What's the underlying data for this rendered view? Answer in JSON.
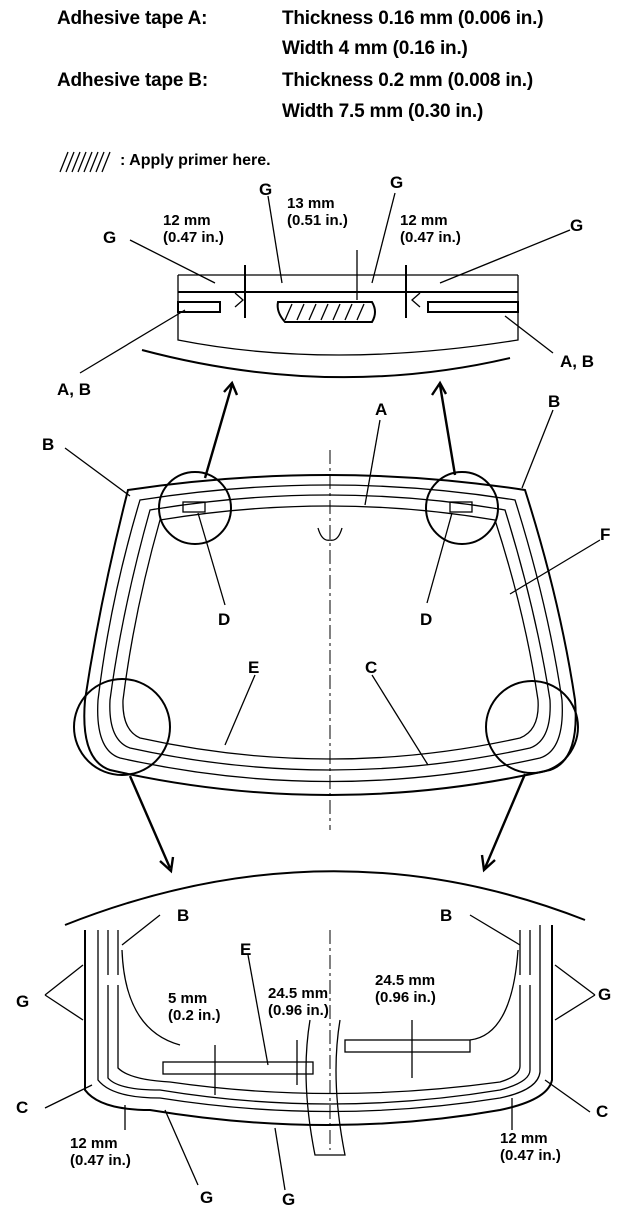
{
  "header": {
    "tape_a_label": "Adhesive tape A:",
    "tape_a_thickness": "Thickness 0.16 mm (0.006 in.)",
    "tape_a_width": "Width 4 mm (0.16 in.)",
    "tape_b_label": "Adhesive tape B:",
    "tape_b_thickness": "Thickness 0.2 mm (0.008 in.)",
    "tape_b_width": "Width 7.5 mm (0.30 in.)"
  },
  "legend": {
    "primer_text": ": Apply primer here."
  },
  "top_detail": {
    "g_left": "G",
    "g_mid_left": "G",
    "g_mid_right": "G",
    "g_right": "G",
    "dim_left_mm": "12 mm",
    "dim_left_in": "(0.47 in.)",
    "dim_center_mm": "13 mm",
    "dim_center_in": "(0.51 in.)",
    "dim_right_mm": "12 mm",
    "dim_right_in": "(0.47 in.)",
    "ab_left": "A, B",
    "ab_right": "A, B"
  },
  "windshield": {
    "label_a": "A",
    "label_b_left": "B",
    "label_b_right": "B",
    "label_d_left": "D",
    "label_d_right": "D",
    "label_f": "F",
    "label_e": "E",
    "label_c": "C"
  },
  "bottom_detail": {
    "b_left": "B",
    "b_right": "B",
    "e": "E",
    "g_left": "G",
    "g_right": "G",
    "c_left": "C",
    "c_right": "C",
    "dim_5_mm": "5 mm",
    "dim_5_in": "(0.2 in.)",
    "dim_245_center_mm": "24.5 mm",
    "dim_245_center_in": "(0.96 in.)",
    "dim_245_right_mm": "24.5 mm",
    "dim_245_right_in": "(0.96 in.)",
    "dim_12_left_mm": "12 mm",
    "dim_12_left_in": "(0.47 in.)",
    "dim_12_right_mm": "12 mm",
    "dim_12_right_in": "(0.47 in.)",
    "g_bottom_left": "G",
    "g_bottom_mid": "G"
  }
}
